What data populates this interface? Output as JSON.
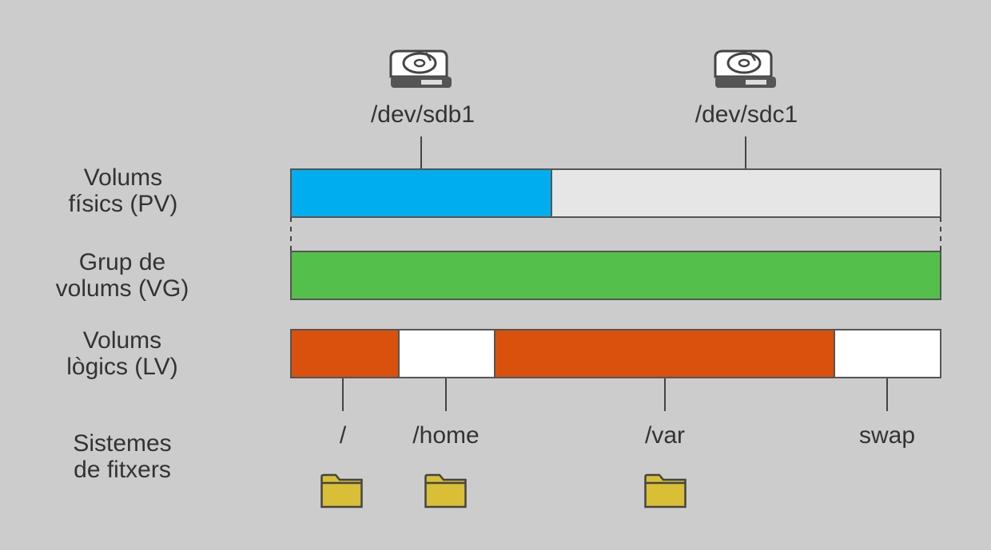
{
  "rows": {
    "pv": {
      "line1": "Volums",
      "line2": "físics (PV)"
    },
    "vg": {
      "line1": "Grup de",
      "line2": "volums (VG)"
    },
    "lv": {
      "line1": "Volums",
      "line2": "lògics (LV)"
    },
    "fs": {
      "line1": "Sistemes",
      "line2": "de fitxers"
    }
  },
  "physical_volumes": [
    {
      "device": "/dev/sdb1",
      "color": "#00aeef",
      "icon": "hard-drive-icon"
    },
    {
      "device": "/dev/sdc1",
      "color": "#e6e6e6",
      "icon": "hard-drive-icon"
    }
  ],
  "volume_group": {
    "color": "#54bf4a"
  },
  "logical_volumes": [
    {
      "mount": "/",
      "color": "#d9510c",
      "icon": "folder-icon"
    },
    {
      "mount": "/home",
      "color": "#ffffff",
      "icon": "folder-icon"
    },
    {
      "mount": "/var",
      "color": "#d9510c",
      "icon": "folder-icon"
    },
    {
      "mount": "swap",
      "color": "#ffffff"
    }
  ],
  "colors": {
    "background": "#cccccc",
    "text": "#333333",
    "outline": "#555555",
    "folder": "#d8bf36",
    "folder_outline": "#444444"
  }
}
